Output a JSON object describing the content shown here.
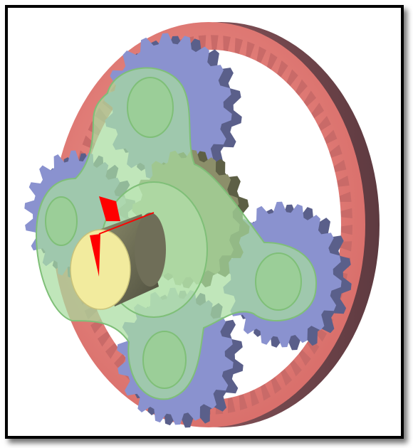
{
  "diagram": {
    "colors": {
      "ring_gear_face": "#e8837c",
      "ring_gear_side": "#7a4a4f",
      "ring_gear_inner": "#c96a68",
      "planet_gear": "#8a92cf",
      "planet_gear_dark": "#5a5f8a",
      "sun_gear": "#8c8f6a",
      "carrier": "#a8dca0",
      "carrier_edge": "#7fbf78",
      "shaft_face": "#f2eb9e",
      "shaft_side": "#6f6e58",
      "marker": "#ff0000",
      "frame": "#000000"
    },
    "components": [
      {
        "id": "ring-gear"
      },
      {
        "id": "planet-gear-top"
      },
      {
        "id": "planet-gear-right"
      },
      {
        "id": "planet-gear-bottom"
      },
      {
        "id": "planet-gear-left"
      },
      {
        "id": "sun-gear"
      },
      {
        "id": "carrier"
      },
      {
        "id": "output-shaft"
      },
      {
        "id": "red-marker"
      }
    ]
  }
}
